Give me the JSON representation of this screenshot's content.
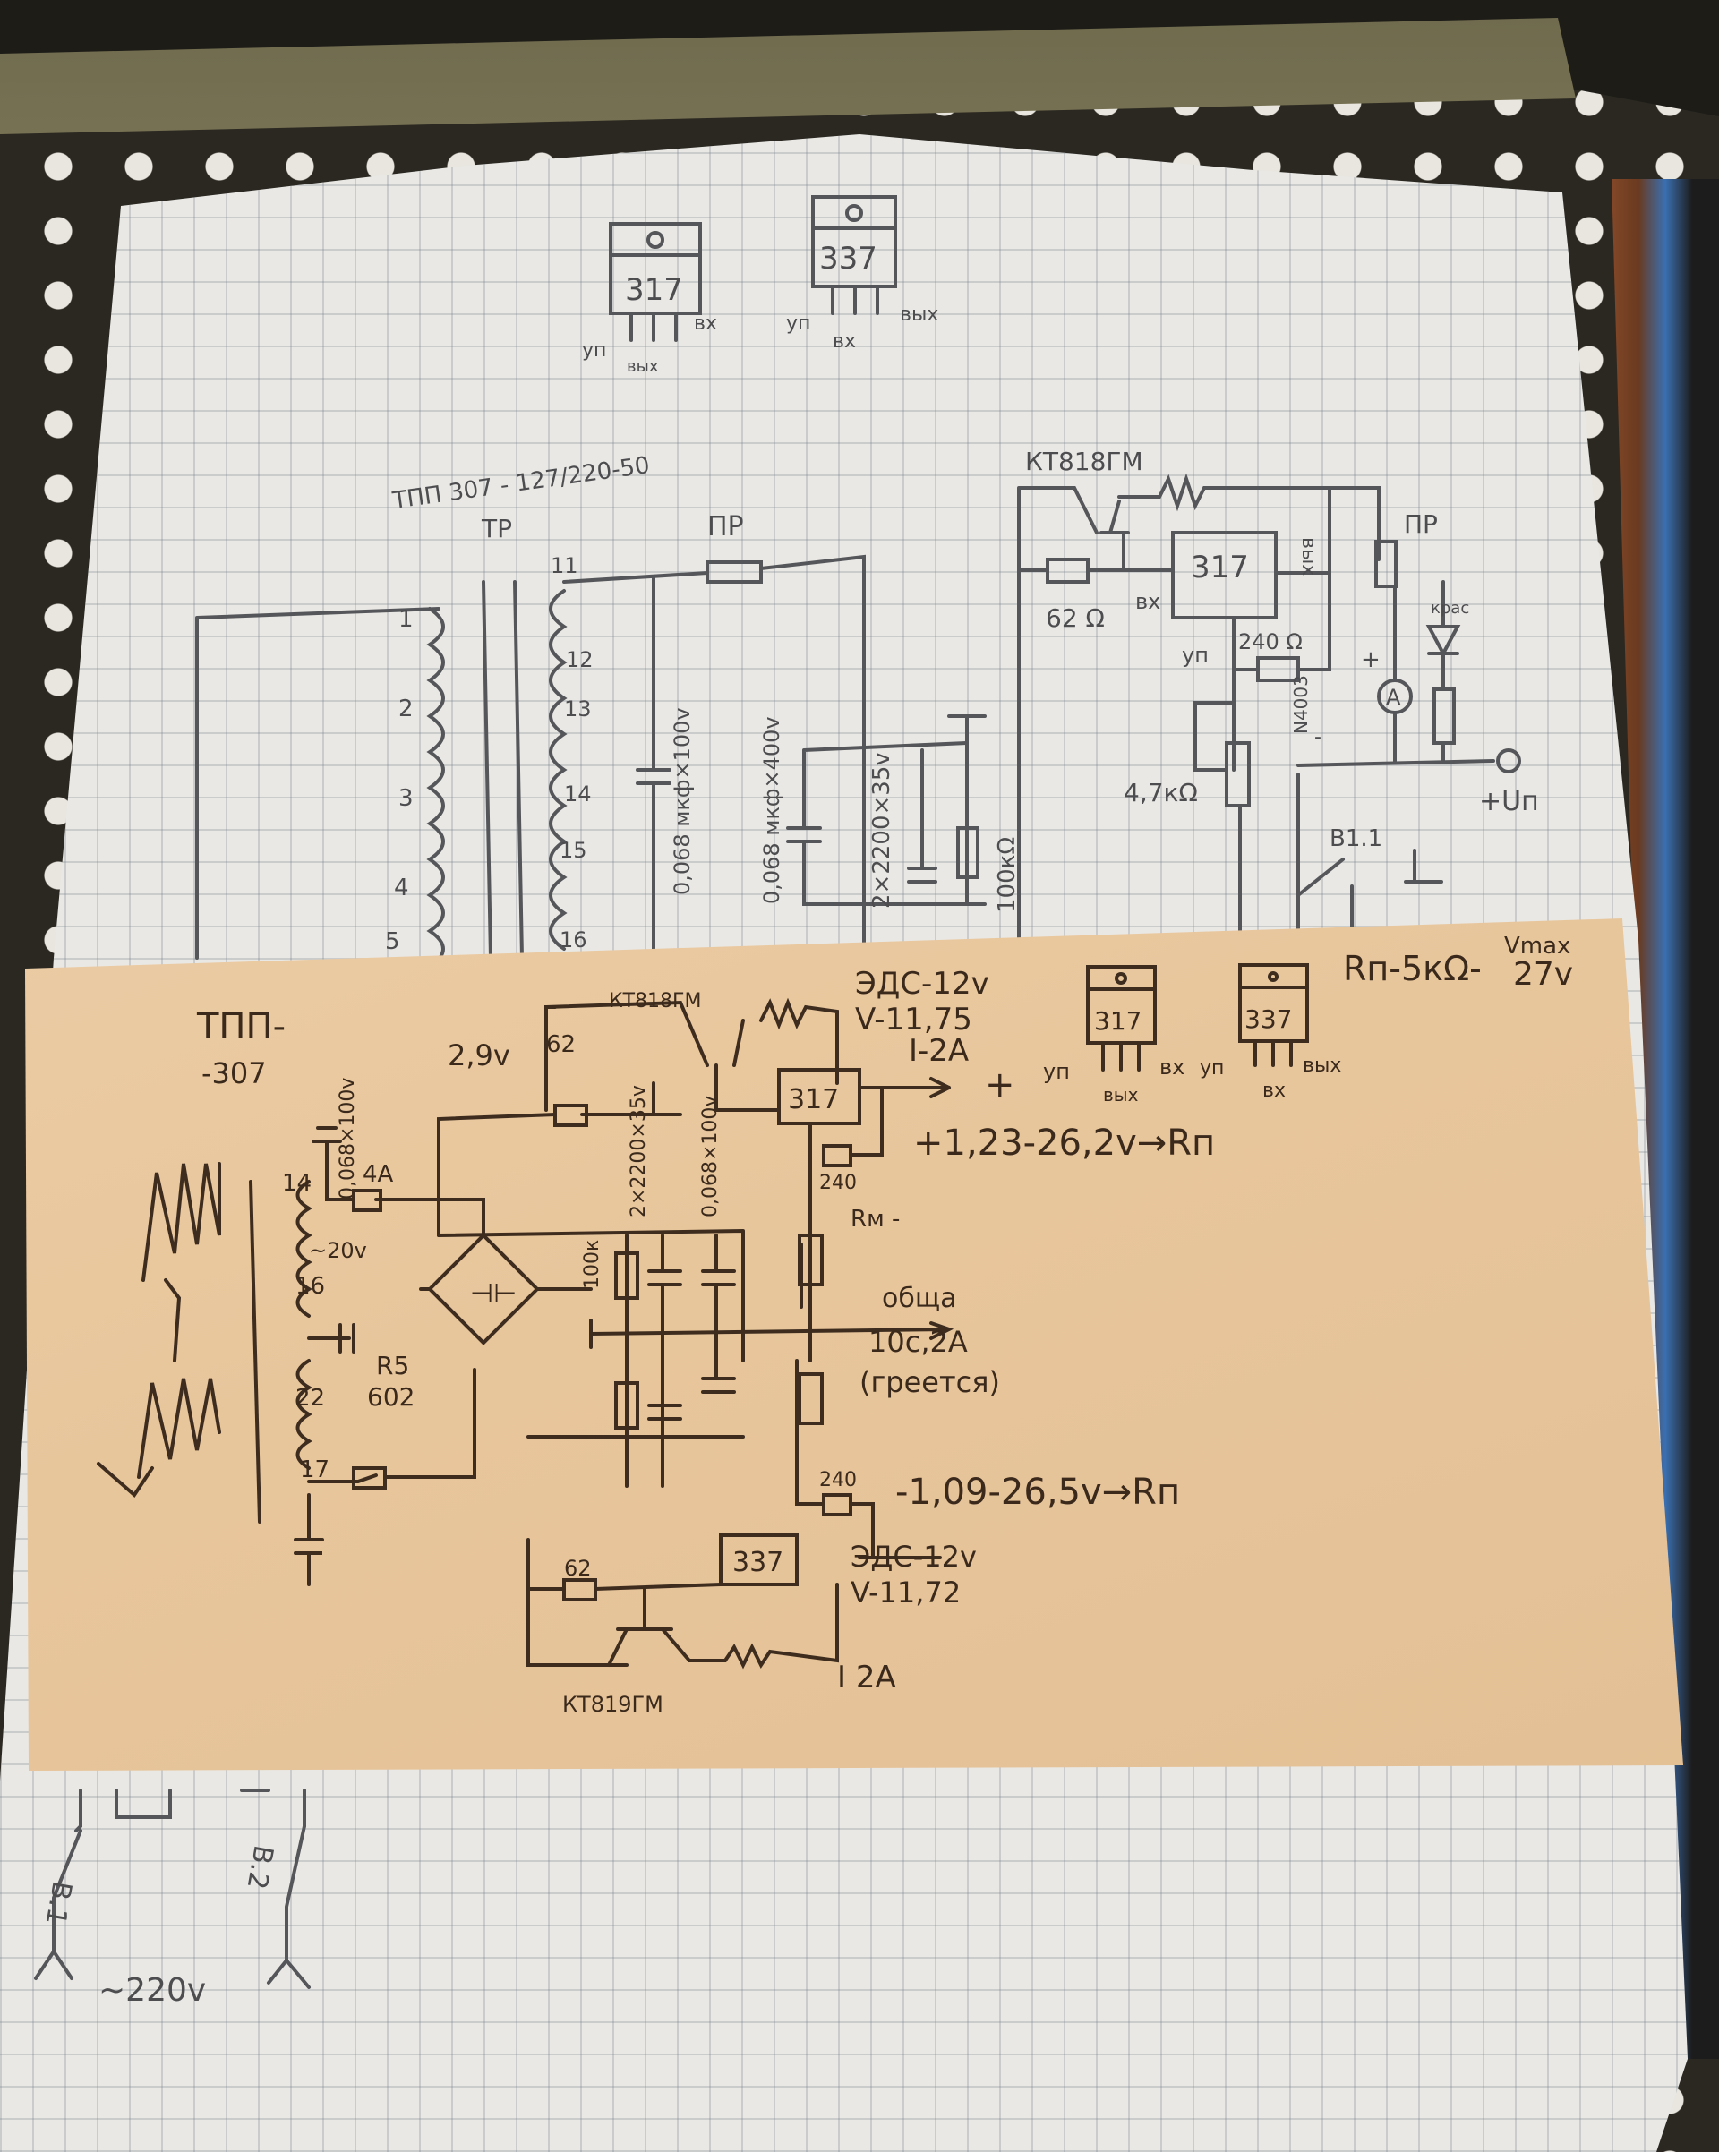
{
  "colors": {
    "paper": "#e9e8e4",
    "card": "#e8c69c",
    "pencil": "#4d4d50",
    "ink": "#3b2a1c",
    "panel": "#2a2821"
  },
  "top_sheet": {
    "chip_317": {
      "number": "317",
      "pin_adj": "уп",
      "pin_in": "вх",
      "pin_out": "вых"
    },
    "chip_337": {
      "number": "337",
      "pin_adj": "уп",
      "pin_in": "вх",
      "pin_out": "вых"
    },
    "transformer_title": "ТПП 307 - 127/220-50",
    "transformer_label": "ТР",
    "fuse_label": "ПР",
    "primary_windings": [
      "1",
      "2",
      "3",
      "4",
      "5"
    ],
    "secondary_taps": [
      "11",
      "12",
      "13",
      "14",
      "15",
      "16"
    ],
    "cap1": "0,068 мкф×100v",
    "cap2": "0,068 мкф×400v",
    "cap3": "2×2200×35v",
    "res_bleed": "100кΩ",
    "transistor": "КТ818ГМ",
    "r62": "62 Ω",
    "reg_in": "вх",
    "reg_num": "317",
    "reg_out": "вых",
    "reg_adj": "уп",
    "r240": "240 Ω",
    "fuse2": "ПР",
    "led_label": "крас",
    "diode": "N4003",
    "ammeter": "A",
    "plus": "+",
    "minus": "-",
    "pot": "4,7кΩ",
    "output": "+Uп",
    "switch": "В1.1",
    "switch1": "В.1",
    "switch2": "В.2",
    "mains": "~220v"
  },
  "card": {
    "transformer": "ТПП-",
    "transformer2": "-307",
    "cap_top": "0,068×100v",
    "tap14": "14",
    "fuse_4a": "4А",
    "v20": "~20v",
    "tap16": "16",
    "tap22": "22",
    "tap17": "17",
    "bridge": "R5",
    "bridge2": "602",
    "v29": "2,9v",
    "r62_top": "62",
    "transistor_top": "КТ818ГМ",
    "reg_top": "317",
    "emf_top": "ЭДС-12v",
    "v_top": "V-11,75",
    "i_top": "I-2A",
    "plus": "+",
    "pinout_317": {
      "number": "317",
      "adj": "уп",
      "out": "вых",
      "in": "вх"
    },
    "pinout_337": {
      "number": "337",
      "adj": "уп",
      "in": "вх",
      "out": "вых"
    },
    "rload_note": "Rп-5кΩ-",
    "vmax": "Vmax",
    "vmax_val": "27v",
    "r240_top": "240",
    "range_pos": "+1,23-26,2v→Rп",
    "rm": "Rм -",
    "caps_mid": "2×2200×35v",
    "caps_mid2": "0,068×100v",
    "r100k": "100к",
    "common": "обща",
    "common_res": "10с,2А",
    "heats": "(греется)",
    "r240_bot": "240",
    "range_neg": "-1,09-26,5v→Rп",
    "r62_bot": "62",
    "reg_bot": "337",
    "emf_bot": "ЭДС-12v",
    "v_bot": "V-11,72",
    "i_bot": "I 2A",
    "transistor_bot": "КТ819ГМ"
  }
}
